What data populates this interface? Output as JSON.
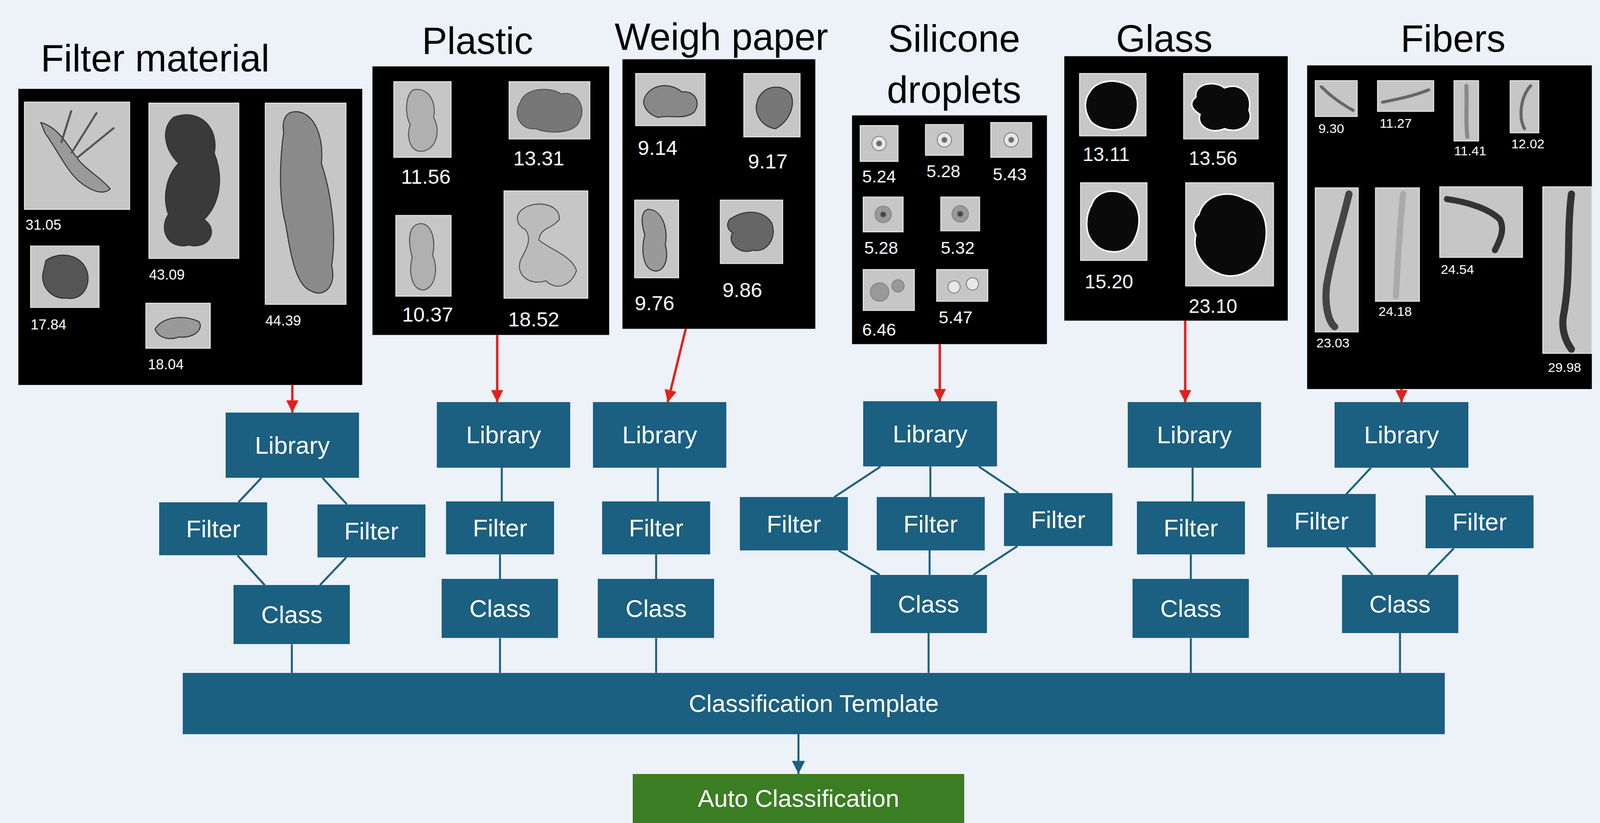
{
  "diagram": {
    "nodes": [
      {
        "text": [
          "Filter material",
          "31.05",
          "43.09",
          "44.39",
          "17.84",
          "18.04"
        ]
      },
      {
        "text": [
          "Plastic",
          "11.56",
          "13.31",
          "10.37",
          "18.52"
        ]
      },
      {
        "text": [
          "Weigh paper",
          "9.14",
          "9.17",
          "9.76",
          "9.86"
        ]
      },
      {
        "text": [
          "Silicone droplets",
          "5.24",
          "5.28",
          "5.43",
          "5.28",
          "5.32",
          "6.46",
          "5.47"
        ]
      },
      {
        "text": [
          "Glass",
          "13.11",
          "13.56",
          "15.20",
          "23.10"
        ]
      },
      {
        "text": [
          "Fibers",
          "9.30",
          "11.27",
          "11.41",
          "12.02",
          "23.03",
          "24.18",
          "24.54",
          "29.98"
        ]
      },
      {
        "text": [
          "Library"
        ]
      },
      {
        "text": [
          "Library"
        ]
      },
      {
        "text": [
          "Library"
        ]
      },
      {
        "text": [
          "Library"
        ]
      },
      {
        "text": [
          "Library"
        ]
      },
      {
        "text": [
          "Library"
        ]
      },
      {
        "text": [
          "Filter"
        ]
      },
      {
        "text": [
          "Filter"
        ]
      },
      {
        "text": [
          "Filter"
        ]
      },
      {
        "text": [
          "Filter"
        ]
      },
      {
        "text": [
          "Filter"
        ]
      },
      {
        "text": [
          "Filter"
        ]
      },
      {
        "text": [
          "Filter"
        ]
      },
      {
        "text": [
          "Filter"
        ]
      },
      {
        "text": [
          "Filter"
        ]
      },
      {
        "text": [
          "Filter"
        ]
      },
      {
        "text": [
          "Class"
        ]
      },
      {
        "text": [
          "Class"
        ]
      },
      {
        "text": [
          "Class"
        ]
      },
      {
        "text": [
          "Class"
        ]
      },
      {
        "text": [
          "Class"
        ]
      },
      {
        "text": [
          "Class"
        ]
      },
      {
        "text": [
          "Classification Template"
        ]
      },
      {
        "text": [
          "Auto Classification"
        ]
      }
    ],
    "edges": [
      {
        "from": 0,
        "to": 6,
        "arrow": "to"
      },
      {
        "from": 1,
        "to": 7,
        "arrow": "to"
      },
      {
        "from": 2,
        "to": 8,
        "arrow": "to"
      },
      {
        "from": 3,
        "to": 9,
        "arrow": "to"
      },
      {
        "from": 4,
        "to": 10,
        "arrow": "to"
      },
      {
        "from": 5,
        "to": 11,
        "arrow": "to"
      },
      {
        "from": 6,
        "to": 12,
        "arrow": "none"
      },
      {
        "from": 6,
        "to": 13,
        "arrow": "none"
      },
      {
        "from": 7,
        "to": 14,
        "arrow": "none"
      },
      {
        "from": 8,
        "to": 15,
        "arrow": "none"
      },
      {
        "from": 9,
        "to": 16,
        "arrow": "none"
      },
      {
        "from": 9,
        "to": 17,
        "arrow": "none"
      },
      {
        "from": 9,
        "to": 18,
        "arrow": "none"
      },
      {
        "from": 10,
        "to": 19,
        "arrow": "none"
      },
      {
        "from": 11,
        "to": 20,
        "arrow": "none"
      },
      {
        "from": 11,
        "to": 21,
        "arrow": "none"
      },
      {
        "from": 12,
        "to": 22,
        "arrow": "none"
      },
      {
        "from": 13,
        "to": 22,
        "arrow": "none"
      },
      {
        "from": 14,
        "to": 23,
        "arrow": "none"
      },
      {
        "from": 15,
        "to": 24,
        "arrow": "none"
      },
      {
        "from": 16,
        "to": 25,
        "arrow": "none"
      },
      {
        "from": 17,
        "to": 25,
        "arrow": "none"
      },
      {
        "from": 18,
        "to": 25,
        "arrow": "none"
      },
      {
        "from": 19,
        "to": 26,
        "arrow": "none"
      },
      {
        "from": 20,
        "to": 27,
        "arrow": "none"
      },
      {
        "from": 21,
        "to": 27,
        "arrow": "none"
      },
      {
        "from": 22,
        "to": 28,
        "arrow": "none"
      },
      {
        "from": 23,
        "to": 28,
        "arrow": "none"
      },
      {
        "from": 24,
        "to": 28,
        "arrow": "none"
      },
      {
        "from": 25,
        "to": 28,
        "arrow": "none"
      },
      {
        "from": 26,
        "to": 28,
        "arrow": "none"
      },
      {
        "from": 27,
        "to": 28,
        "arrow": "none"
      },
      {
        "from": 28,
        "to": 29,
        "arrow": "to"
      }
    ]
  }
}
